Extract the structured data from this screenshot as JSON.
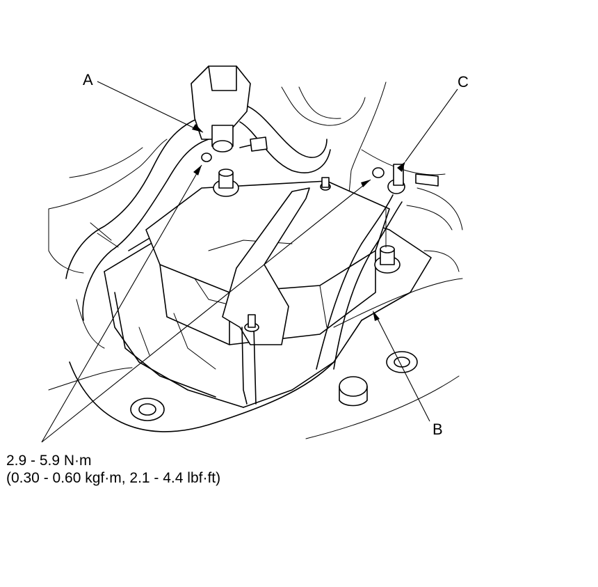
{
  "callouts": {
    "a": "A",
    "b": "B",
    "c": "C"
  },
  "torque_spec": {
    "metric": "2.9 - 5.9 N·m",
    "alternate": "(0.30 - 0.60 kgf·m, 2.1 - 4.4 lbf·ft)"
  }
}
